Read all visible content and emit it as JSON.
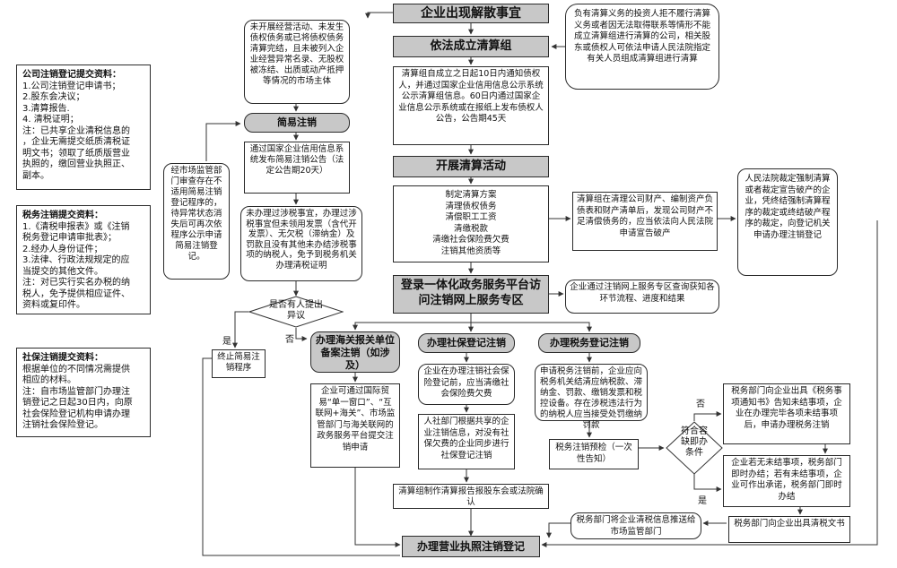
{
  "sidebar": {
    "company_docs": {
      "title": "公司注销登记提交资料：",
      "lines": [
        "1.公司注销登记申请书；",
        "2.股东会决议；",
        "3.清算报告.",
        "4. 清税证明；",
        "注：已共享企业清税信息的",
        "，企业无需提交纸质清税证",
        "明文书；领取了纸质版营业",
        "执照的，缴回营业执照正、",
        "副本。"
      ]
    },
    "tax_docs": {
      "title": "税务注销提交资料：",
      "lines": [
        "1.《清税申报表》或《注销",
        "税务登记申请审批表》；",
        "2.经办人身份证件；",
        "3.法律、行政法规规定的应",
        "当提交的其他文件。",
        "注：对已实行实名办税的纳",
        "税人，免予提供相应证件、",
        "资料或复印件。"
      ]
    },
    "social_docs": {
      "title": "社保注销提交资料：",
      "lines": [
        "根据单位的不同情况需提供",
        "相应的材料。",
        "注：自市场监管部门办理注",
        "销登记之日起30日内，向原",
        "社会保险登记机构申请办理",
        "注销社会保险登记。"
      ]
    }
  },
  "flow": {
    "start": "企业出现解散事宜",
    "establish": "依法成立清算组",
    "establish_detail": "清算组自成立之日起10日内通知债权人，并通过国家企业信用信息公示系统公示清算组信息。60日内通过国家企业信息公示系统或在报纸上发布债权人公告，公告期45天",
    "court_assign": "负有清算义务的投资人拒不履行清算义务或者因无法取得联系等情形不能成立清算组进行清算的公司，相关股东或债权人可依法申请人民法院指定有关人员组成清算组进行清算",
    "liquidation": "开展清算活动",
    "liquidation_items": [
      "制定清算方案",
      "清理债权债务",
      "清偿职工工资",
      "清缴税款",
      "清缴社会保险费欠费",
      "注销其他资质等"
    ],
    "bankruptcy_apply": "清算组在清理公司财产、编制资产负债表和财产清单后，发现公司财产不足清偿债务的，应当依法向人民法院申请宣告破产",
    "court_ruling": "人民法院裁定强制清算或者裁定宣告破产的企业，凭终结强制清算程序的裁定或终结破产程序的裁定，向登记机关申请办理注销登记",
    "simple_condition": "未开展经营活动、未发生债权债务或已将债权债务清算完结，且未被列入企业经营异常名录、无股权被冻结、出质或动产抵押等情况的市场主体",
    "simple_cancel": "简易注销",
    "simple_notice": "通过国家企业信用信息系统发布简易注销公告（法定公告期20天）",
    "simple_tax": "未办理过涉税事宜，办理过涉税事宜但未领用发票（含代开发票）、无欠税（滞纳金）及罚款且没有其他未办结涉税事项的纳税人，免予到税务机关办理清税证明",
    "market_review": "经市场监管部门审查存在不适用简易注销登记程序的，待异常状态消失后可再次依程序公示申请简易注销登记。",
    "objection_decision": "是否有人提出异议",
    "yes_label": "是",
    "no_label": "否",
    "terminate_simple": "终止简易注销程序",
    "platform": "登录一体化政务服务平台访问注销网上服务专区",
    "platform_note": "企业通过注销网上服务专区查询获知各环节流程、进度和结果",
    "customs": "办理海关报关单位备案注销（如涉及）",
    "customs_detail": "企业可通过国际贸易“单一窗口”、“互联网+海关”、市场监管部门与海关联网的政务服务平台提交注销申请",
    "social": "办理社保登记注销",
    "social_detail1": "企业在办理注销社会保险登记前，应当清缴社会保险费欠费",
    "social_detail2": "人社部门根据共享的企业注销信息，对没有社保欠费的企业同步进行社保登记注销",
    "tax": "办理税务登记注销",
    "tax_detail": "申请税务注销前，企业应向税务机关结清应纳税款、滞纳金、罚款、缴销发票和税控设备。存在涉税违法行为的纳税人应当接受处罚缴纳罚款",
    "tax_precheck": "税务注销预检（一次性告知）",
    "tax_decision": "符合容缺即办条件",
    "tax_no_label": "否",
    "tax_yes_label": "是",
    "tax_notice": "税务部门向企业出具《税务事项通知书》告知未结事项，企业在办理完毕各项未结事项后，申请办理税务注销",
    "tax_immediate": "企业若无未结事项，税务部门即时办结；若有未结事项，企业可作出承诺，税务部门即时办结",
    "tax_certificate": "税务部门向企业出具清税文书",
    "report_confirm": "清算组制作清算报告报股东会或法院确认",
    "tax_push": "税务部门将企业清税信息推送给市场监管部门",
    "final": "办理营业执照注销登记"
  }
}
